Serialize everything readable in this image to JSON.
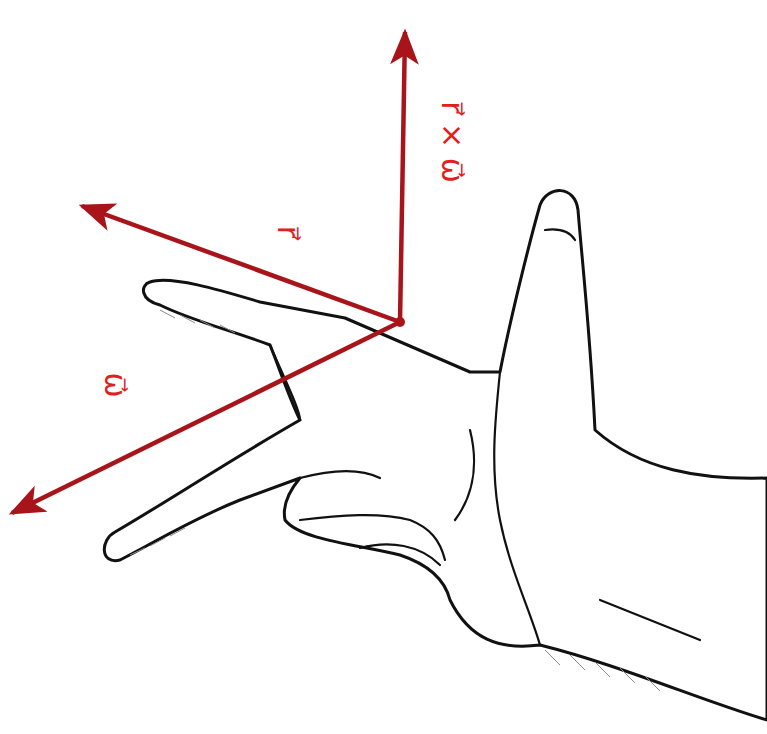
{
  "diagram": {
    "labels": [
      "r⃗ × ω⃗",
      "r⃗",
      "ω⃗"
    ]
  }
}
